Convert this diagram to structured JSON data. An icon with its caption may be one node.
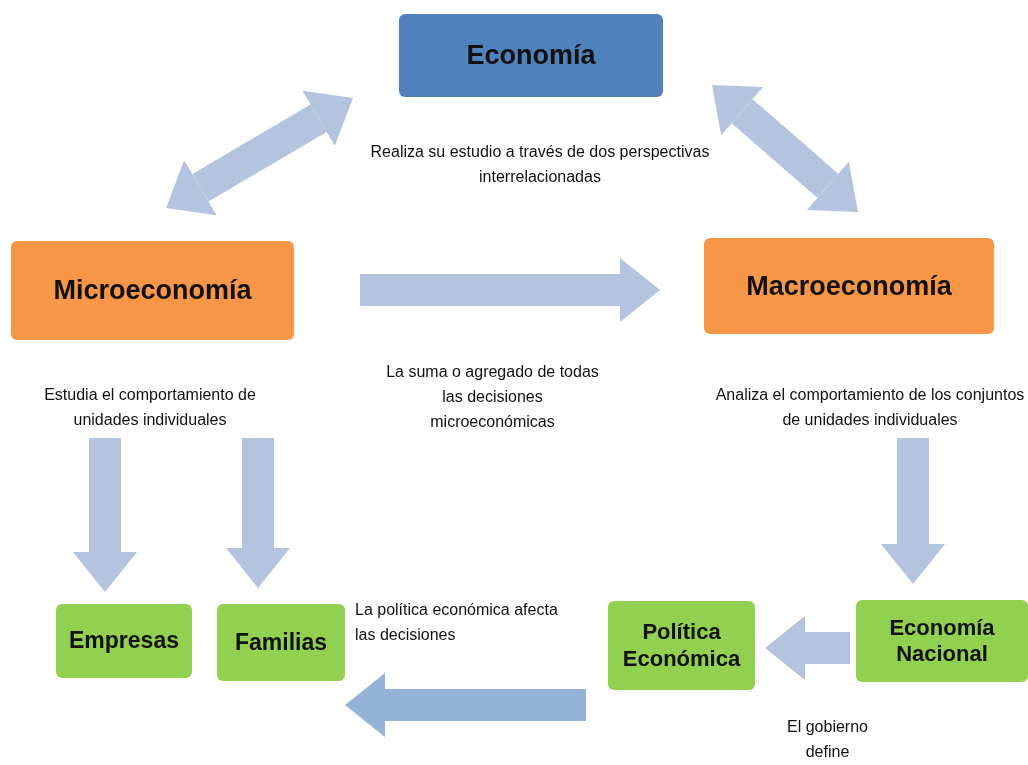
{
  "diagram": {
    "nodes": [
      {
        "text": [
          "Economía"
        ],
        "beside": [
          "Realiza su estudio a través de dos perspectivas interrelacionadas"
        ]
      },
      {
        "text": [
          "Microeconomía"
        ]
      },
      {
        "text": [
          "Macroeconomía"
        ]
      },
      {
        "text": [
          "Empresas"
        ]
      },
      {
        "text": [
          "Familias"
        ]
      },
      {
        "text": [
          "Política Económica"
        ]
      },
      {
        "text": [
          "Economía Nacional"
        ]
      },
      {
        "text": [
          "Estudia el comportamiento de unidades individuales"
        ]
      },
      {
        "text": [
          "Analiza el comportamiento de los conjuntos de unidades individuales"
        ]
      }
    ],
    "edges": [
      {
        "from": 0,
        "to": 1,
        "arrow": "both"
      },
      {
        "from": 0,
        "to": 2,
        "arrow": "both"
      },
      {
        "from": 1,
        "to": 2,
        "arrow": "to",
        "label": "La suma o agregado de todas las decisiones microeconómicas"
      },
      {
        "from": 7,
        "to": 3,
        "arrow": "to"
      },
      {
        "from": 7,
        "to": 4,
        "arrow": "to"
      },
      {
        "from": 8,
        "to": 6,
        "arrow": "to"
      },
      {
        "from": 6,
        "to": 5,
        "arrow": "to",
        "label": "El gobierno define"
      },
      {
        "from": 5,
        "to": 4,
        "arrow": "to",
        "label": "La política económica afecta las decisiones",
        "color": "#95b3d7"
      }
    ]
  }
}
